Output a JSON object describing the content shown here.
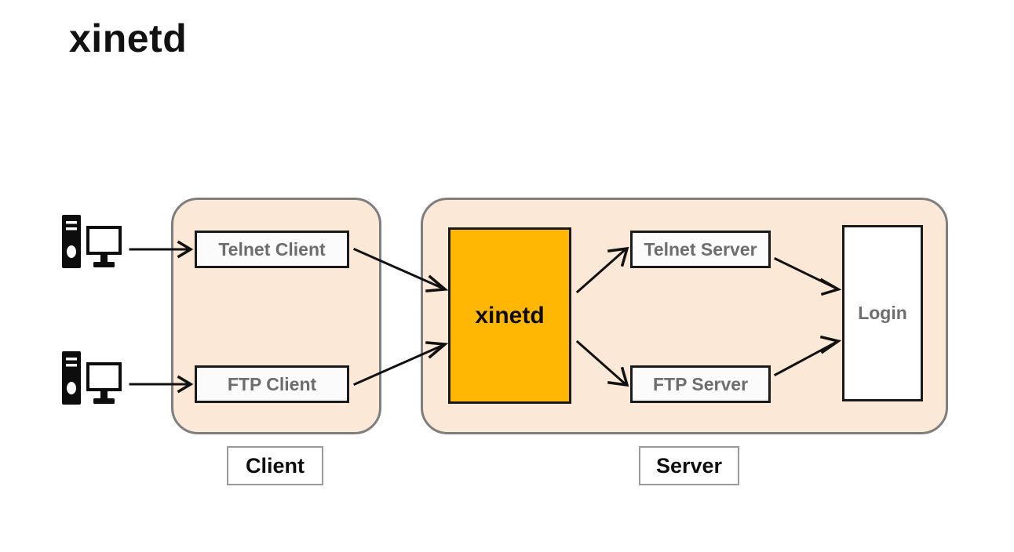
{
  "page": {
    "title": "xinetd",
    "background_color": "#ffffff"
  },
  "colors": {
    "zone_fill": "#fce8d6",
    "zone_border": "#7e7e7e",
    "box_fill": "#fbfbfb",
    "box_border": "#1a1a1a",
    "box_text": "#6d6d6d",
    "accent_orange": "#ffb703",
    "accent_text": "#0d0d0d",
    "arrow": "#111111",
    "title_text": "#111111"
  },
  "zones": {
    "client": {
      "caption": "Client",
      "boxes": [
        {
          "label": "Telnet Client"
        },
        {
          "label": "FTP Client"
        }
      ]
    },
    "server": {
      "caption": "Server",
      "daemon": {
        "label": "xinetd"
      },
      "boxes": [
        {
          "label": "Telnet Server"
        },
        {
          "label": "FTP Server"
        }
      ],
      "login": {
        "label": "Login"
      }
    }
  },
  "icons": [
    {
      "name": "desktop-computer-icon"
    },
    {
      "name": "desktop-computer-icon"
    }
  ],
  "arrows": [
    {
      "name": "arrow-pc1-to-telnet-client",
      "from": "desktop-computer-1",
      "to": "Telnet Client"
    },
    {
      "name": "arrow-pc2-to-ftp-client",
      "from": "desktop-computer-2",
      "to": "FTP Client"
    },
    {
      "name": "arrow-telnet-client-to-xinetd",
      "from": "Telnet Client",
      "to": "xinetd"
    },
    {
      "name": "arrow-ftp-client-to-xinetd",
      "from": "FTP Client",
      "to": "xinetd"
    },
    {
      "name": "arrow-xinetd-to-telnet-server",
      "from": "xinetd",
      "to": "Telnet Server"
    },
    {
      "name": "arrow-xinetd-to-ftp-server",
      "from": "xinetd",
      "to": "FTP Server"
    },
    {
      "name": "arrow-telnet-server-to-login",
      "from": "Telnet Server",
      "to": "Login"
    },
    {
      "name": "arrow-ftp-server-to-login",
      "from": "FTP Server",
      "to": "Login"
    }
  ]
}
